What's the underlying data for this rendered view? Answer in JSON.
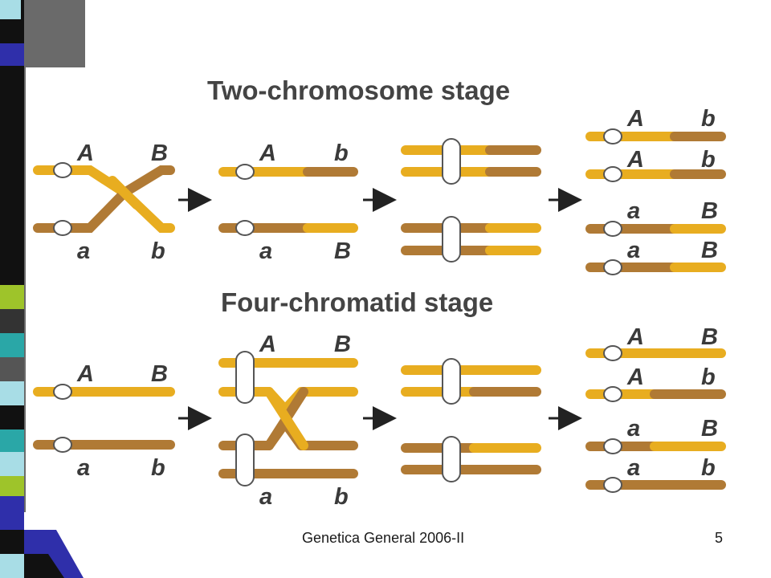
{
  "slide": {
    "footer_title": "Genetica General 2006-II",
    "slide_number": "5"
  },
  "diagram": {
    "stage_titles": [
      "Two-chromosome stage",
      "Four-chromatid stage"
    ],
    "colors": {
      "light_chromosome": "#e8ad20",
      "dark_chromosome": "#b07a35",
      "centromere_fill": "#ffffff",
      "centromere_stroke": "#555555",
      "arrow": "#222222",
      "title_text": "#444444",
      "allele_text": "#3a3a3a"
    },
    "two_chromosome_stage": {
      "step1_labels": [
        "A",
        "B",
        "a",
        "b"
      ],
      "step2_labels": [
        "A",
        "b",
        "a",
        "B"
      ],
      "result_labels": [
        [
          "A",
          "b"
        ],
        [
          "A",
          "b"
        ],
        [
          "a",
          "B"
        ],
        [
          "a",
          "B"
        ]
      ]
    },
    "four_chromatid_stage": {
      "step1_labels": [
        "A",
        "B",
        "a",
        "b"
      ],
      "step2_labels": [
        "A",
        "B",
        "a",
        "b"
      ],
      "result_labels": [
        [
          "A",
          "B"
        ],
        [
          "A",
          "b"
        ],
        [
          "a",
          "B"
        ],
        [
          "a",
          "b"
        ]
      ]
    }
  },
  "decorative_strip": {
    "colors": [
      "#a8dde6",
      "#111111",
      "#2f2faa",
      "#9ec42a",
      "#2aa7a7",
      "#555555"
    ]
  }
}
